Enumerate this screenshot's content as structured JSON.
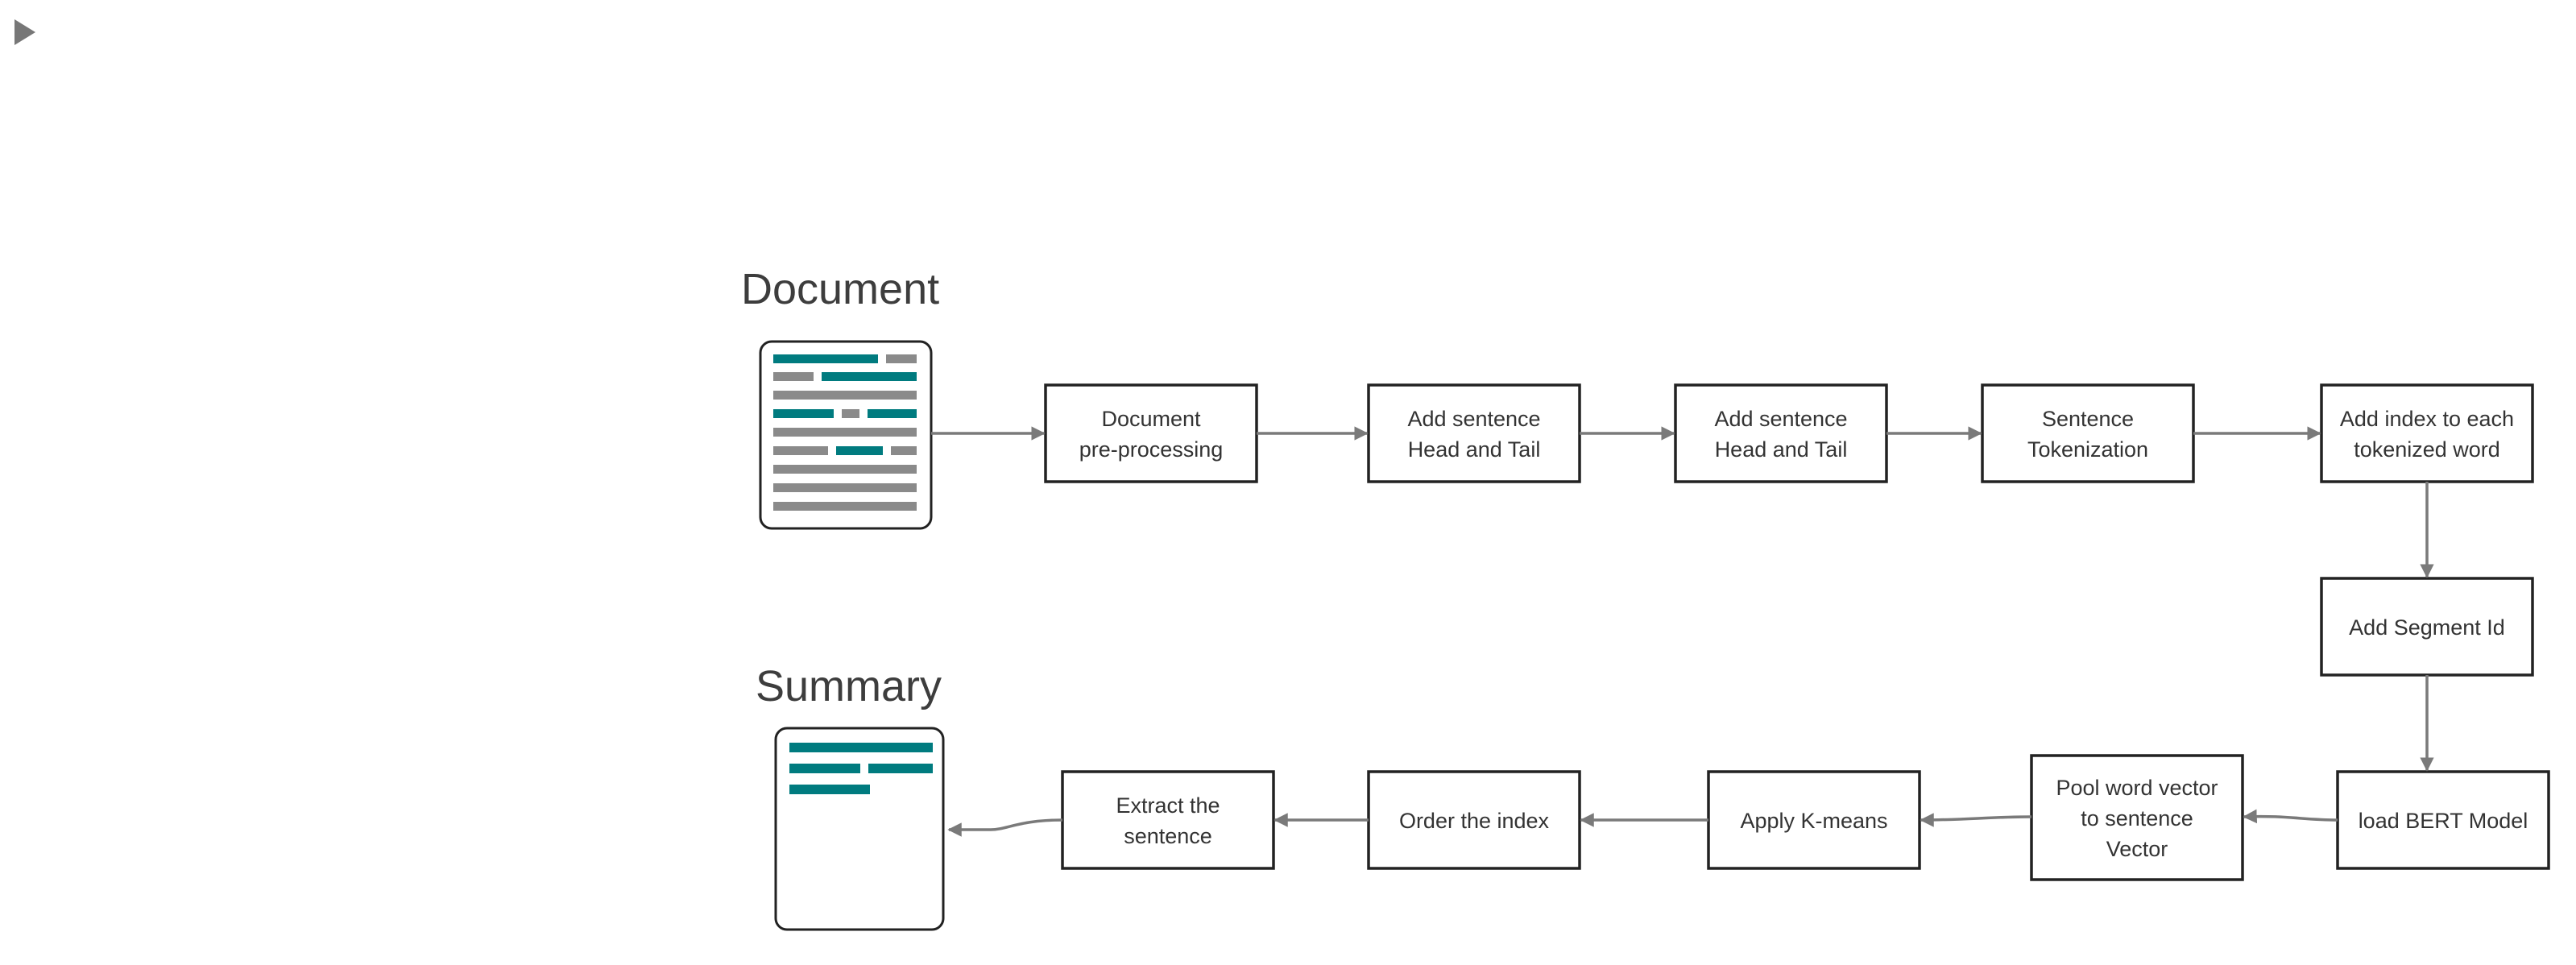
{
  "colors": {
    "stroke": "#222222",
    "arrow": "#7a7a7a",
    "teal": "#007b7f",
    "gray_bar": "#8a8a8a",
    "heading": "#3d3d3d",
    "text": "#333333",
    "play": "#777777"
  },
  "icons": {
    "play": "play-icon",
    "document": "document-icon",
    "summary": "summary-document-icon"
  },
  "labels": {
    "document": "Document",
    "summary": "Summary"
  },
  "steps": {
    "preprocess": [
      "Document",
      "pre-processing"
    ],
    "head_tail_1": [
      "Add sentence",
      "Head and Tail"
    ],
    "head_tail_2": [
      "Add sentence",
      "Head and Tail"
    ],
    "tokenize": [
      "Sentence",
      "Tokenization"
    ],
    "add_index": [
      "Add index to each",
      "tokenized word"
    ],
    "segment_id": [
      "Add Segment Id"
    ],
    "load_bert": [
      "load BERT Model"
    ],
    "pool": [
      "Pool word vector",
      "to sentence",
      "Vector"
    ],
    "kmeans": [
      "Apply K-means"
    ],
    "order": [
      "Order the index"
    ],
    "extract": [
      "Extract the",
      "sentence"
    ]
  }
}
